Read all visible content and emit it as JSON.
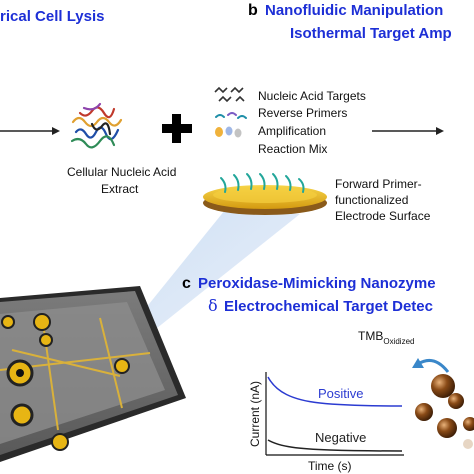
{
  "panel_a": {
    "title_fragment": "rical Cell Lysis",
    "extract_label_line1": "Cellular Nucleic Acid",
    "extract_label_line2": "Extract"
  },
  "panel_b": {
    "letter": "b",
    "title_line1": "Nanofluidic Manipulation",
    "title_line2": "Isothermal Target Amp",
    "legend": [
      "Nucleic Acid Targets",
      "Reverse Primers",
      "Amplification",
      "Reaction Mix"
    ],
    "electrode_label": [
      "Forward Primer-",
      "functionalized",
      "Electrode Surface"
    ]
  },
  "panel_c": {
    "letter": "c",
    "title_line1": "Peroxidase-Mimicking Nanozyme",
    "title_line2_symbol": "δ",
    "title_line2": "Electrochemical Target Detec",
    "tmb_label": "TMB",
    "tmb_subscript": "Oxidized"
  },
  "chart_data": {
    "type": "line",
    "xlabel": "Time (s)",
    "ylabel": "Current (nA)",
    "series": [
      {
        "name": "Positive",
        "color": "#2b3bd1"
      },
      {
        "name": "Negative",
        "color": "#222222"
      }
    ]
  },
  "colors": {
    "title_blue": "#1d2fd6",
    "positive_line": "#2b3bd1",
    "electrode_gold": "#f0c419",
    "nanozyme_brown": "#6b3a12",
    "highlight_blue": "#cfe0f5"
  }
}
